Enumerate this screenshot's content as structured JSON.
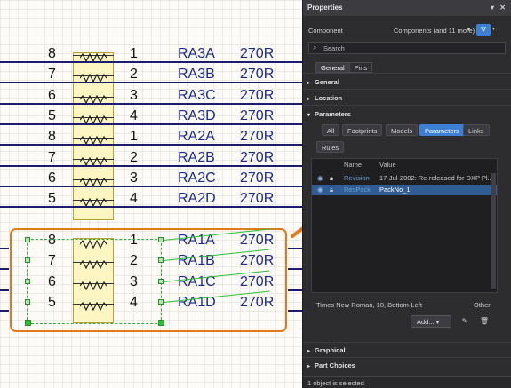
{
  "schematic": {
    "rows": [
      {
        "pin_left": "8",
        "pin_right": "1",
        "designator": "RA3A",
        "value": "270R"
      },
      {
        "pin_left": "7",
        "pin_right": "2",
        "designator": "RA3B",
        "value": "270R"
      },
      {
        "pin_left": "6",
        "pin_right": "3",
        "designator": "RA3C",
        "value": "270R"
      },
      {
        "pin_left": "5",
        "pin_right": "4",
        "designator": "RA3D",
        "value": "270R"
      },
      {
        "pin_left": "8",
        "pin_right": "1",
        "designator": "RA2A",
        "value": "270R"
      },
      {
        "pin_left": "7",
        "pin_right": "2",
        "designator": "RA2B",
        "value": "270R"
      },
      {
        "pin_left": "6",
        "pin_right": "3",
        "designator": "RA2C",
        "value": "270R"
      },
      {
        "pin_left": "5",
        "pin_right": "4",
        "designator": "RA2D",
        "value": "270R"
      }
    ],
    "selected_rows": [
      {
        "pin_left": "8",
        "pin_right": "1",
        "designator": "RA1A",
        "value": "270R"
      },
      {
        "pin_left": "7",
        "pin_right": "2",
        "designator": "RA1B",
        "value": "270R"
      },
      {
        "pin_left": "6",
        "pin_right": "3",
        "designator": "RA1C",
        "value": "270R"
      },
      {
        "pin_left": "5",
        "pin_right": "4",
        "designator": "RA1D",
        "value": "270R"
      }
    ],
    "colors": {
      "wire": "#1c1c6e",
      "text": "#1c2a8c",
      "selection": "#e07b1a",
      "ratsnest": "#29c233"
    }
  },
  "panel": {
    "title": "Properties",
    "title_controls": "▾ ✕",
    "object_label": "Component",
    "object_filter": "Components (and 11 more)",
    "search_placeholder": "Search",
    "tabs": [
      "General",
      "Pins"
    ],
    "sections": {
      "general": "General",
      "location": "Location",
      "parameters": "Parameters",
      "graphical": "Graphical",
      "part_choices": "Part Choices"
    },
    "param_filters": [
      "All",
      "Footprints",
      "Models",
      "Parameters",
      "Links",
      "Rules"
    ],
    "table": {
      "headers": {
        "name": "Name",
        "value": "Value"
      },
      "rows": [
        {
          "name": "Revision",
          "value": "17-Jul-2002: Re-released for DXP Pl..."
        },
        {
          "name": "ResPack",
          "value": "PackNo_1"
        }
      ]
    },
    "font_info": "Times New Roman, 10, Bottom-Left",
    "font_other": "Other",
    "add_label": "Add... ▾",
    "status": "1 object is selected",
    "accent": "#3c7fd6"
  }
}
